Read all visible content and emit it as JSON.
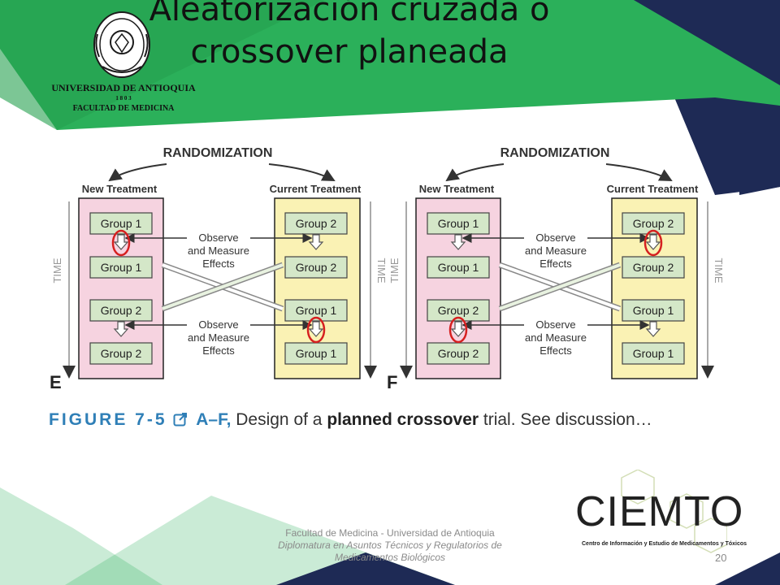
{
  "slide": {
    "title_line1": "Aleatorización cruzada o",
    "title_line2": "crossover planeada",
    "university": {
      "name": "UNIVERSIDAD DE ANTIOQUIA",
      "year": "1 8 0 3",
      "faculty": "FACULTAD DE MEDICINA",
      "logo_icon": "university-seal-icon"
    },
    "colors": {
      "green_band": "#2bb05a",
      "navy_band": "#1e2a55",
      "pink_box": "#f6d3e0",
      "yellow_box": "#faf2b4",
      "group_box": "#d4e7c8",
      "highlight_circle": "#d62020",
      "caption_blue": "#2f7fb7"
    },
    "figure": {
      "caption_label": "FIGURE 7-5",
      "caption_ab": "A–F,",
      "caption_pre": " Design of a ",
      "caption_bold": "planned crossover",
      "caption_post": " trial. See discussion…",
      "panels": [
        {
          "letter": "E",
          "randomization": "RANDOMIZATION",
          "left_header": "New Treatment",
          "right_header": "Current Treatment",
          "time_label": "TIME",
          "left_groups": [
            "Group 1",
            "Group 1",
            "Group 2",
            "Group 2"
          ],
          "right_groups": [
            "Group 2",
            "Group 2",
            "Group 1",
            "Group 1"
          ],
          "observe_1": [
            "Observe",
            "and Measure",
            "Effects"
          ],
          "observe_2": [
            "Observe",
            "and Measure",
            "Effects"
          ]
        },
        {
          "letter": "F",
          "randomization": "RANDOMIZATION",
          "left_header": "New Treatment",
          "right_header": "Current Treatment",
          "time_label": "TIME",
          "left_groups": [
            "Group 1",
            "Group 1",
            "Group 2",
            "Group 2"
          ],
          "right_groups": [
            "Group 2",
            "Group 2",
            "Group 1",
            "Group 1"
          ],
          "observe_1": [
            "Observe",
            "and Measure",
            "Effects"
          ],
          "observe_2": [
            "Observe",
            "and Measure",
            "Effects"
          ]
        }
      ]
    },
    "footer": {
      "line1": "Facultad de Medicina  -  Universidad de Antioquia",
      "line2": "Diplomatura en Asuntos Técnicos y Regulatorios de Medicamentos Biológicos"
    },
    "page_number": "20",
    "ciemto": {
      "name": "CIEMTO",
      "subtitle": "Centro de Información y Estudio de Medicamentos y Tóxicos"
    }
  }
}
